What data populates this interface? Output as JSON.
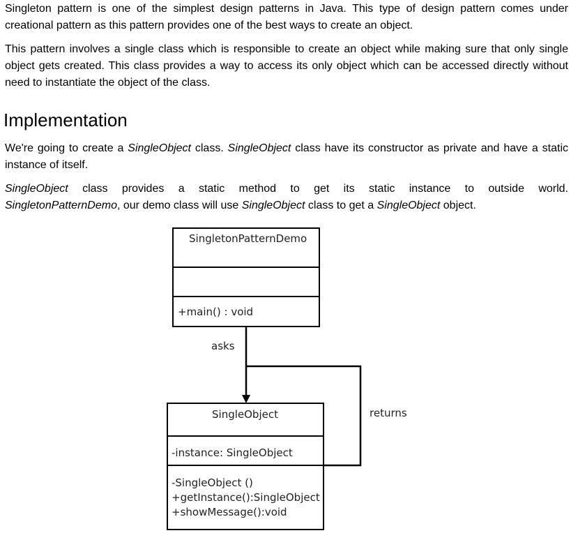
{
  "paragraphs": {
    "p1": "Singleton pattern is one of the simplest design patterns in Java. This type of design pattern comes under creational pattern as this pattern provides one of the best ways to create an object.",
    "p2": "This pattern involves a single class which is responsible to create an object while making sure that only single object gets created. This class provides a way to access its only object which can be accessed directly without need to instantiate the object of the class."
  },
  "heading": "Implementation",
  "p3": {
    "t1": "We're going to create a ",
    "i1": "SingleObject",
    "t2": " class. ",
    "i2": "SingleObject",
    "t3": " class have its constructor as private and have a static instance of itself."
  },
  "p4": {
    "i1": "SingleObject",
    "t1": " class provides a static method to get its static instance to outside world.",
    "i2": "SingletonPatternDemo",
    "t2": ", our demo class will use ",
    "i3": "SingleObject",
    "t3": " class to get a ",
    "i4": "SingleObject",
    "t4": " object."
  },
  "diagram": {
    "demo_class": {
      "name": "SingletonPatternDemo",
      "fields": "",
      "methods": [
        "+main() : void"
      ]
    },
    "single_class": {
      "name": "SingleObject",
      "fields": "-instance: SingleObject",
      "methods": [
        "-SingleObject ()",
        "+getInstance():SingleObject",
        "+showMessage():void"
      ]
    },
    "asks_label": "asks",
    "returns_label": "returns"
  }
}
